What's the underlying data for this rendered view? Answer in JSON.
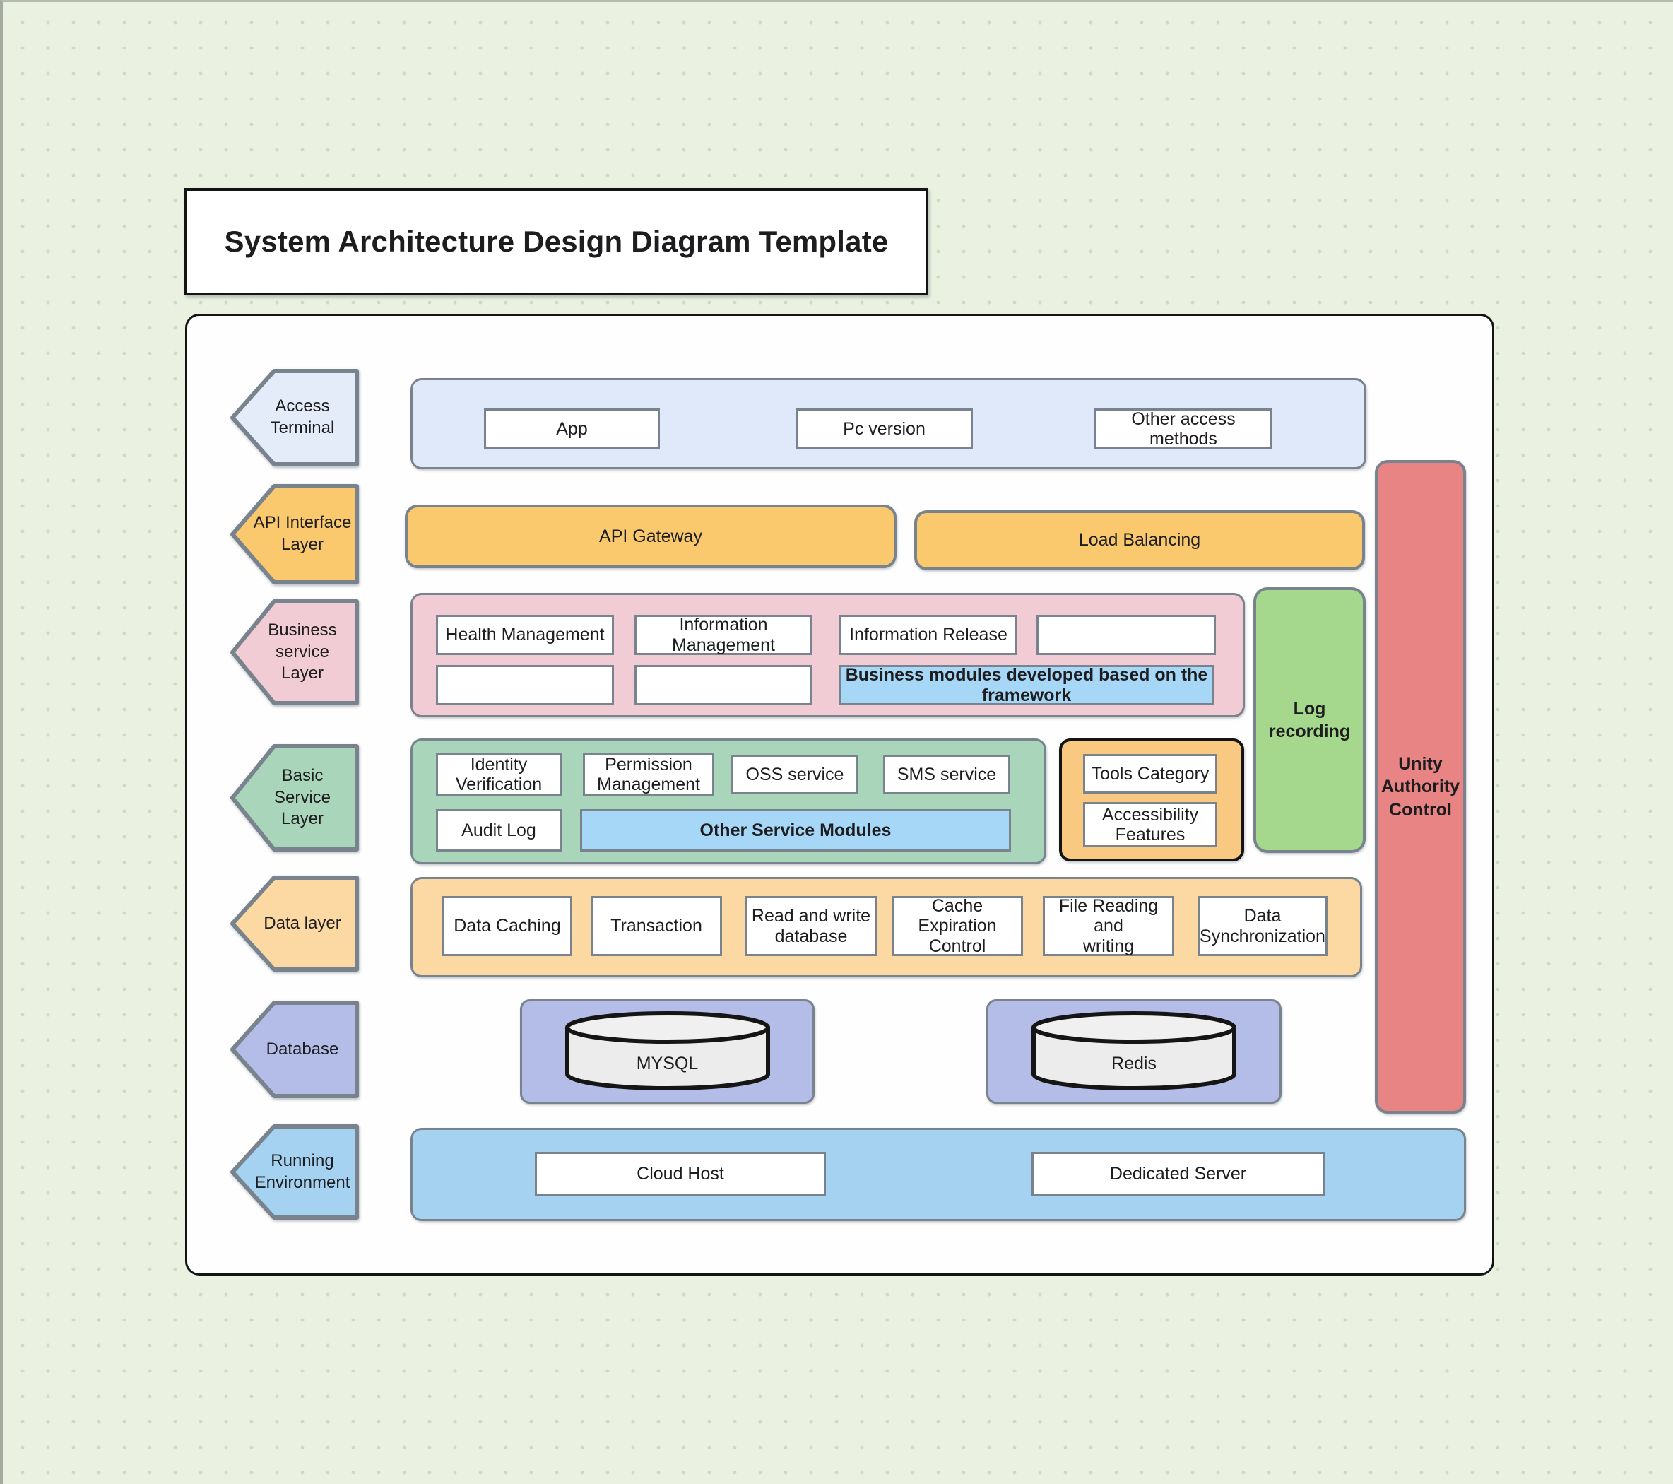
{
  "title": "System Architecture Design Diagram Template",
  "layers": [
    {
      "label": "Access\nTerminal"
    },
    {
      "label": "API Interface\nLayer"
    },
    {
      "label": "Business\nservice\nLayer"
    },
    {
      "label": "Basic\nService\nLayer"
    },
    {
      "label": "Data layer"
    },
    {
      "label": "Database"
    },
    {
      "label": "Running\nEnvironment"
    }
  ],
  "access_row": {
    "items": [
      "App",
      "Pc version",
      "Other access methods"
    ]
  },
  "api_row": {
    "gateway": "API Gateway",
    "load_balancing": "Load Balancing"
  },
  "business_row": {
    "cells": [
      "Health Management",
      "Information\nManagement",
      "Information Release",
      "",
      "",
      ""
    ],
    "highlight": "Business modules developed based on the\nframework"
  },
  "basic_row": {
    "cells": [
      "Identity\nVerification",
      "Permission\nManagement",
      "OSS service",
      "SMS service",
      "Audit Log"
    ],
    "highlight": "Other Service Modules"
  },
  "tools_box": {
    "items": [
      "Tools Category",
      "Accessibility\nFeatures"
    ]
  },
  "log_box": {
    "label": "Log\nrecording"
  },
  "data_row": {
    "items": [
      "Data Caching",
      "Transaction",
      "Read and write\ndatabase",
      "Cache Expiration\nControl",
      "File Reading and\nwriting",
      "Data\nSynchronization"
    ]
  },
  "database_row": {
    "items": [
      "MYSQL",
      "Redis"
    ]
  },
  "running_row": {
    "items": [
      "Cloud Host",
      "Dedicated Server"
    ]
  },
  "unity_box": {
    "label": "Unity\nAuthority\nControl"
  },
  "colors": {
    "canvas_background": "#eaf1e0",
    "canvas_dots": "#cfdcc3",
    "access_blue": "#dfe9f9",
    "access_hex_blue": "#e4ecfa",
    "api_orange": "#fac96e",
    "business_pink": "#f2ccd4",
    "basic_green": "#a9d6ba",
    "data_orange": "#fcd9a2",
    "database_purple": "#b4bde8",
    "running_blue": "#a6d2f2",
    "tools_orange": "#fac981",
    "log_green": "#a5d78d",
    "unity_red": "#e88484",
    "highlight_blue": "#a7d7f7",
    "gray_border": "#79838e",
    "black_border": "#141414"
  }
}
